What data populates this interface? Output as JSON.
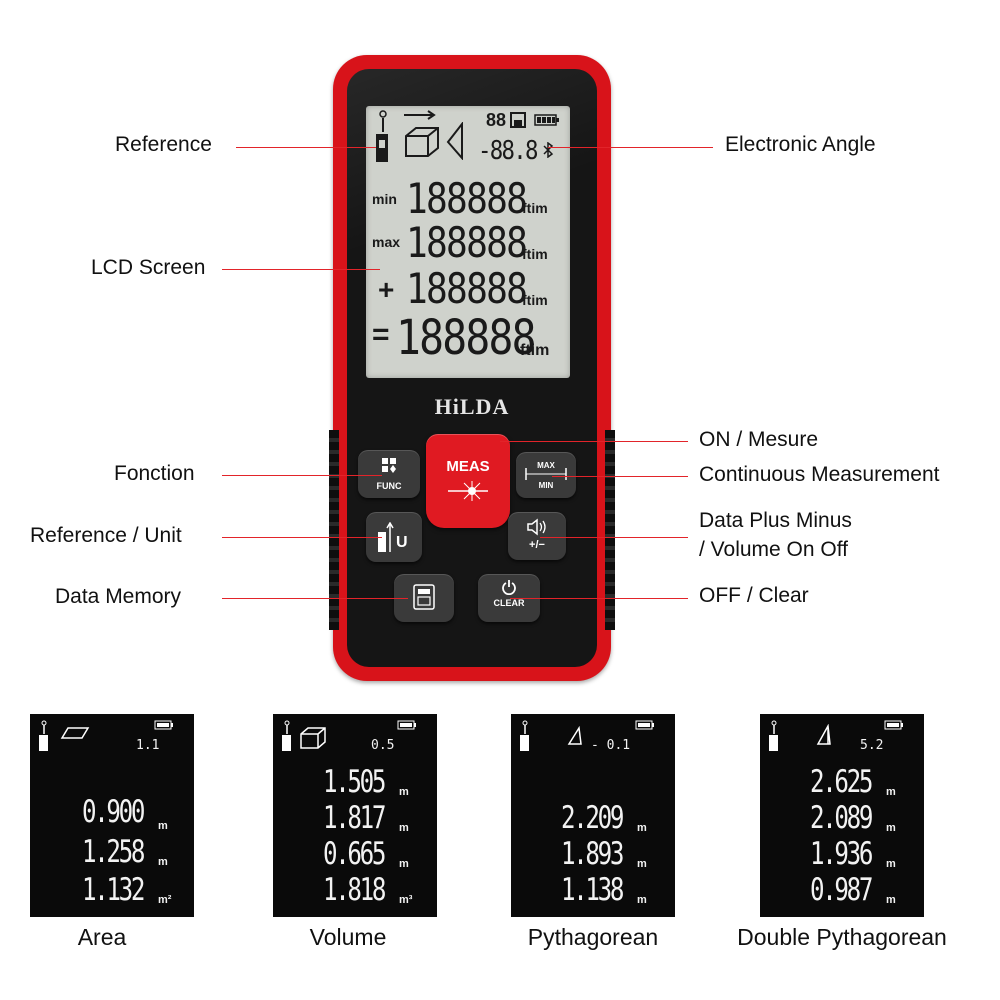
{
  "device": {
    "brand": "HiLDA",
    "lcd": {
      "top_small": "88",
      "angle": "-88.8",
      "digits": "188888",
      "row_labels": [
        "",
        "min",
        "max",
        "+",
        "="
      ],
      "unit_ft": "ft",
      "unit_m": "im"
    },
    "buttons": {
      "meas": "MEAS",
      "func": "FUNC",
      "max": "MAX",
      "min": "MIN",
      "unit": "U",
      "plusminus": "+/−",
      "clear": "CLEAR"
    }
  },
  "callouts": {
    "reference": "Reference",
    "lcd_screen": "LCD Screen",
    "fonction": "Fonction",
    "reference_unit": "Reference / Unit",
    "data_memory": "Data Memory",
    "electronic_angle": "Electronic Angle",
    "on_mesure": "ON / Mesure",
    "continuous": "Continuous Measurement",
    "plus_minus_line1": "Data Plus Minus",
    "plus_minus_line2": "/ Volume On Off",
    "off_clear": "OFF / Clear"
  },
  "modes": [
    {
      "caption": "Area",
      "angle": "1.1",
      "values": [
        "0.900",
        "1.258",
        "1.132"
      ],
      "units": [
        "m",
        "m",
        "m²"
      ]
    },
    {
      "caption": "Volume",
      "angle": "0.5",
      "values": [
        "1.505",
        "1.817",
        "0.665",
        "1.818"
      ],
      "units": [
        "m",
        "m",
        "m",
        "m³"
      ]
    },
    {
      "caption": "Pythagorean",
      "angle": "- 0.1",
      "values": [
        "2.209",
        "1.893",
        "1.138"
      ],
      "units": [
        "m",
        "m",
        "m"
      ]
    },
    {
      "caption": "Double Pythagorean",
      "angle": "5.2",
      "values": [
        "2.625",
        "2.089",
        "1.936",
        "0.987"
      ],
      "units": [
        "m",
        "m",
        "m",
        "m"
      ]
    }
  ],
  "colors": {
    "accent": "#e2242a",
    "device_red": "#d8131a",
    "lcd": "#cfd2cc"
  }
}
